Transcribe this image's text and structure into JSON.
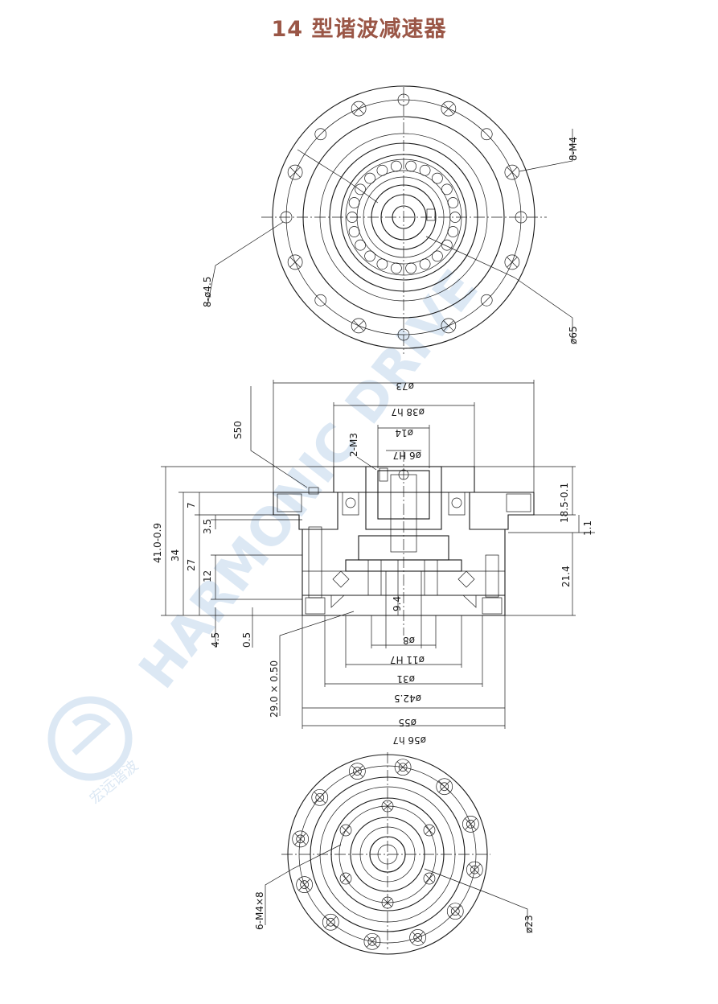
{
  "title": "14 型谐波减速器",
  "watermark": {
    "brand": "HARMONIC DRIVE",
    "logo_text": "宏远谐波"
  },
  "colors": {
    "title": "#9a5646",
    "line": "#1a1a1a",
    "watermark": "#dce8f4"
  },
  "top_view": {
    "labels": {
      "threads": "8-M4",
      "holes": "8-ø4.5",
      "diameter": "ø65"
    }
  },
  "section_view": {
    "labels": {
      "outer_diameter": "ø73",
      "bore_h7": "ø38 h7",
      "hub_diameter": "ø14",
      "pin_hole": "ø6 H7",
      "tapped_holes": "2-M3",
      "sphere": "S50",
      "height_total": "41.0-0.9",
      "h_34": "34",
      "h_27": "27",
      "h_7": "7",
      "h_3_5": "3.5",
      "h_12": "12",
      "h_4_5": "4.5",
      "h_0_5": "0.5",
      "h_9_4": "9.4",
      "chamfer": "29.0 × 0.50",
      "flange_h": "18.5-0.1",
      "gap": "1.1",
      "h_21_4": "21.4",
      "d_8": "ø8",
      "d_11": "ø11 H7",
      "d_31": "ø31",
      "d_42_5": "ø42.5",
      "d_55": "ø55",
      "d_56": "ø56 h7"
    }
  },
  "bottom_view": {
    "labels": {
      "threads": "6-M4×8",
      "diameter": "ø23"
    }
  }
}
